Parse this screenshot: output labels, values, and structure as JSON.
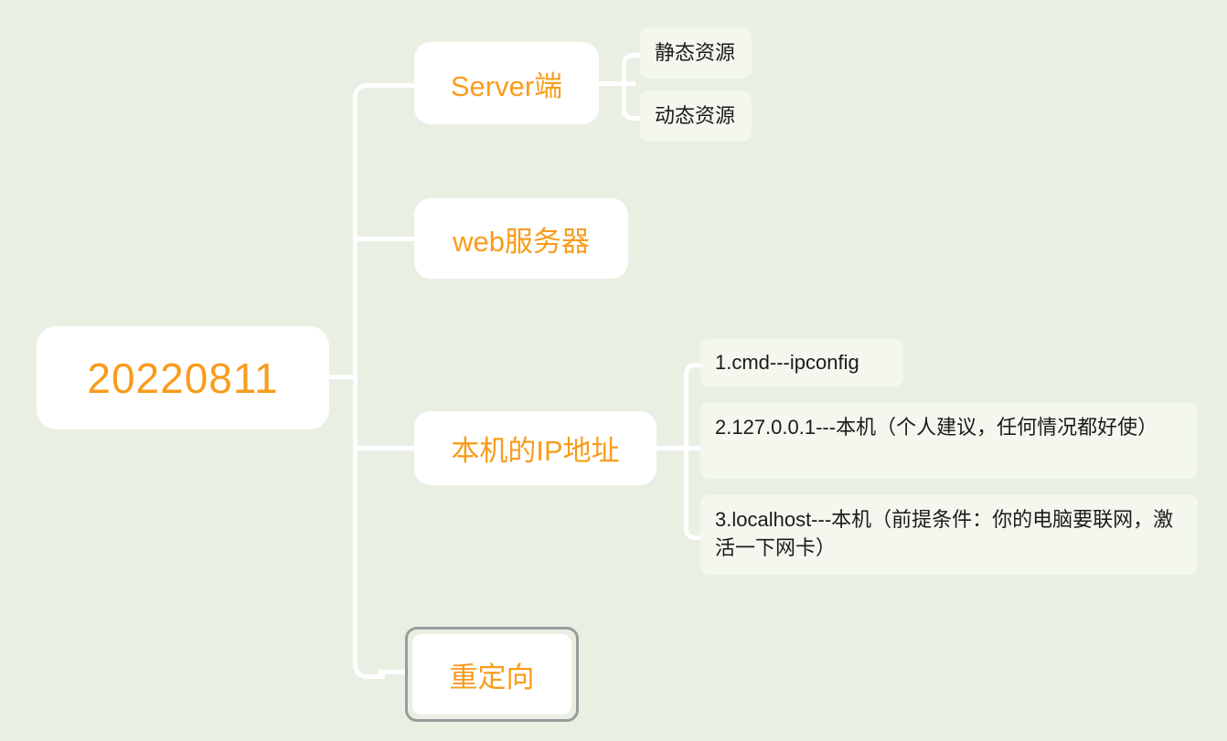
{
  "app": {
    "type": "mind-map",
    "background_color": "#e9f0e3",
    "accent_color": "#f89c1c",
    "node_fill": "#ffffff",
    "leaf_fill": "#f3f7ee",
    "connector_color": "#ffffff",
    "selection_border_color": "#9b9b9b",
    "leaf_text_color": "#1b1b1b"
  },
  "map": {
    "root": {
      "label": "20220811"
    },
    "branches": [
      {
        "label": "Server端",
        "children": [
          {
            "label": "静态资源"
          },
          {
            "label": "动态资源"
          }
        ]
      },
      {
        "label": "web服务器",
        "children": []
      },
      {
        "label": "本机的IP地址",
        "children": [
          {
            "label": "1.cmd---ipconfig"
          },
          {
            "label": "2.127.0.0.1---本机（个人建议，任何情况都好使）"
          },
          {
            "label": "3.localhost---本机（前提条件：你的电脑要联网，激活一下网卡）"
          }
        ]
      },
      {
        "label": "重定向",
        "selected": true,
        "children": []
      }
    ]
  }
}
